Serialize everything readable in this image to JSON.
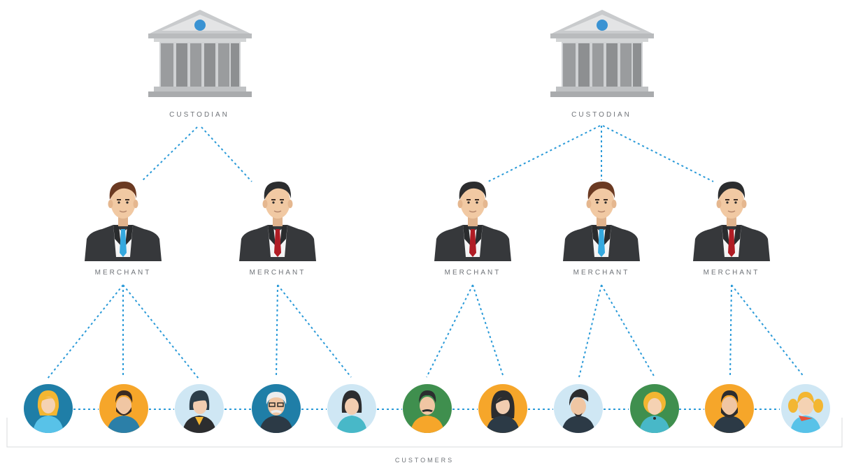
{
  "labels": {
    "custodian_left": "CUSTODIAN",
    "custodian_right": "CUSTODIAN",
    "merchant_1": "MERCHANT",
    "merchant_2": "MERCHANT",
    "merchant_3": "MERCHANT",
    "merchant_4": "MERCHANT",
    "merchant_5": "MERCHANT",
    "customers": "CUSTOMERS"
  },
  "colors": {
    "connector": "#2a9ad8",
    "label_text": "#6f7378",
    "bank_gray": "#a9acae",
    "suit": "#36383b",
    "tie_blue": "#35a9df",
    "tie_red": "#b01c24",
    "customer_bg_teal": "#1f7ea7",
    "customer_bg_orange": "#f6a62a",
    "customer_bg_lightblue": "#cfe7f4",
    "customer_bg_green": "#3f8f4e"
  },
  "merchant_ties": [
    "blue",
    "red",
    "red",
    "blue",
    "red"
  ],
  "customer_backgrounds": [
    "teal",
    "orange",
    "lightblue",
    "teal",
    "lightblue",
    "green",
    "orange",
    "lightblue",
    "green",
    "orange",
    "lightblue"
  ]
}
